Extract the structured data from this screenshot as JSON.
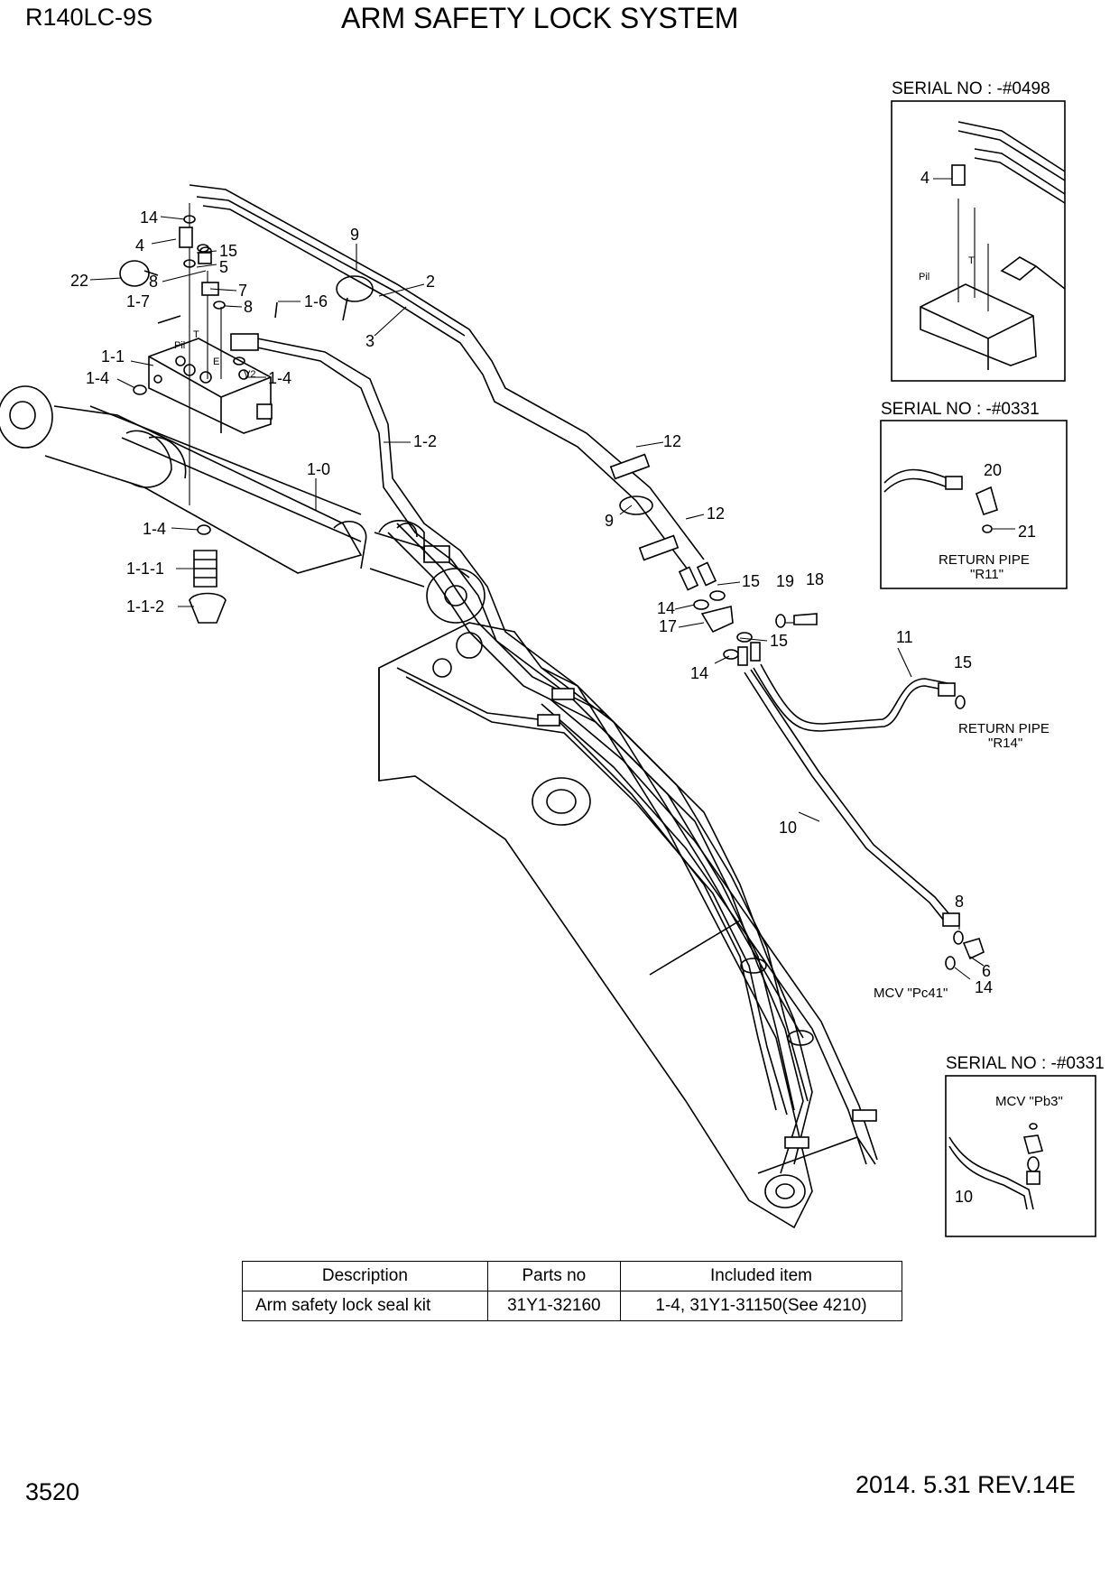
{
  "header": {
    "model": "R140LC-9S",
    "title": "ARM SAFETY LOCK SYSTEM"
  },
  "footer": {
    "page": "3520",
    "revision": "2014. 5.31  REV.14E"
  },
  "main_callouts": [
    "14",
    "4",
    "15",
    "5",
    "22",
    "8",
    "7",
    "1-7",
    "8",
    "1-6",
    "9",
    "2",
    "3",
    "1-1",
    "1-4",
    "1-4",
    "1-2",
    "1-0",
    "1-4",
    "1-1-1",
    "1-1-2",
    "12",
    "9",
    "12",
    "15",
    "19",
    "18",
    "14",
    "17",
    "15",
    "14",
    "11",
    "15",
    "10",
    "8",
    "6",
    "14"
  ],
  "port_labels": {
    "pil": "Pil",
    "t": "T",
    "e": "E",
    "v2": "V2"
  },
  "main_notes": {
    "return_r14_line1": "RETURN PIPE",
    "return_r14_line2": "\"R14\"",
    "mcv_pc41": "MCV  \"Pc41\""
  },
  "insets": [
    {
      "serial": "SERIAL NO : -#0498",
      "callouts": [
        "4"
      ],
      "ports": [
        "Pil",
        "T"
      ]
    },
    {
      "serial": "SERIAL NO : -#0331",
      "callouts": [
        "20",
        "21"
      ],
      "note_line1": "RETURN PIPE",
      "note_line2": "\"R11\""
    },
    {
      "serial": "SERIAL NO : -#0331",
      "callouts": [
        "10"
      ],
      "note": "MCV  \"Pb3\""
    }
  ],
  "parts_table": {
    "headers": [
      "Description",
      "Parts no",
      "Included item"
    ],
    "rows": [
      [
        "Arm safety lock seal kit",
        "31Y1-32160",
        "1-4, 31Y1-31150(See 4210)"
      ]
    ]
  }
}
